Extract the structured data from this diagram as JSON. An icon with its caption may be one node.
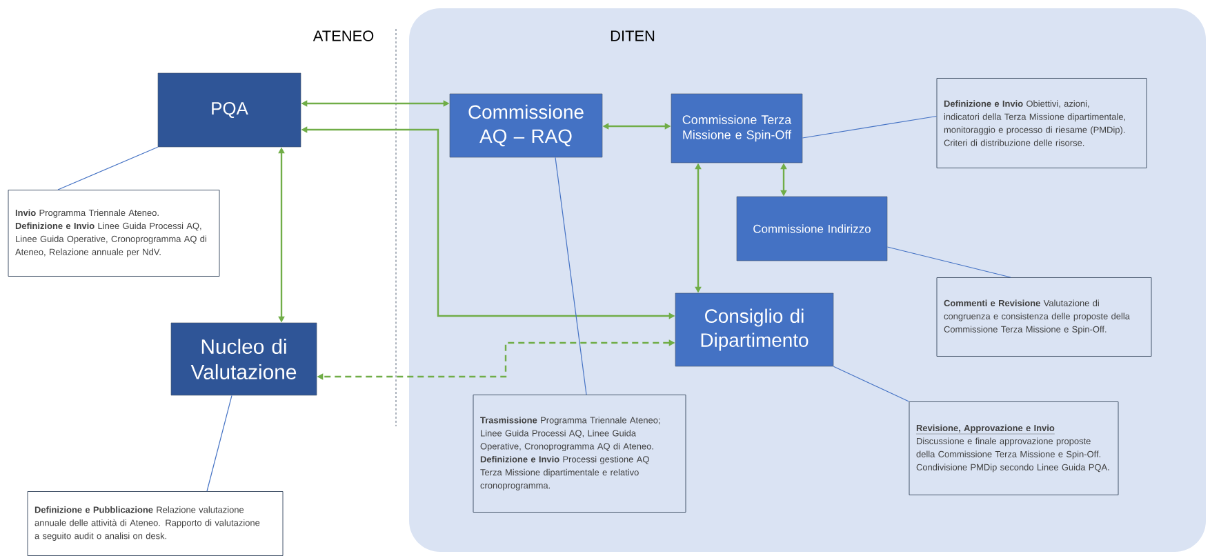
{
  "diagram": {
    "nodes": [
      {
        "text": [
          "PQA"
        ]
      },
      {
        "text": [
          "DITEN"
        ]
      },
      {
        "text": [
          "Commissione AQ – RAQ"
        ],
        "in": 1
      },
      {
        "text": [
          "Commissione Terza Missione e Spin-Off"
        ],
        "in": 1
      },
      {
        "text": [
          "**Definizione e Invio** Obiettivi, azioni, indicatori della Terza Missione dipartimentale, monitoraggio e processo di riesame (PMDip). Criteri di distribuzione delle risorse."
        ],
        "in": 1
      },
      {
        "text": [
          "**Invio** Programma Triennale Ateneo.",
          "**Definizione e Invio** Linee Guida Processi AQ, Linee Guida Operative, Cronoprogramma AQ di Ateneo, Relazione annuale per NdV."
        ]
      },
      {
        "text": [
          "Commissione Indirizzo"
        ],
        "in": 1
      },
      {
        "text": [
          "**Commenti e Revisione** Valutazione di congruenza e consistenza delle proposte della Commissione Terza Missione e Spin-Off."
        ],
        "in": 1
      },
      {
        "text": [
          "Consiglio di Dipartimento"
        ],
        "in": 1
      },
      {
        "text": [
          "Nucleo di Valutazione"
        ]
      },
      {
        "text": [
          "**Trasmissione** Programma Triennale Ateneo; Linee Guida Processi AQ, Linee Guida Operative, Cronoprogramma AQ di Ateneo.",
          "**Definizione e Invio** Processi gestione AQ Terza Missione dipartimentale e relativo cronoprogramma."
        ],
        "in": 1
      },
      {
        "text": [
          "Revisione, Approvazione e Invio",
          "Discussione e finale approvazione proposte della Commissione Terza Missione e Spin-Off. Condivisione PMDip secondo Linee Guida PQA."
        ],
        "in": 1
      },
      {
        "text": [
          "**Definizione e Pubblicazione** Relazione valutazione annuale delle attività di Ateneo. Rapporto di valutazione a seguito audit o analisi on desk."
        ]
      }
    ],
    "edges": [
      {
        "from": 0,
        "to": 2,
        "arrow": "both"
      },
      {
        "from": 0,
        "to": 8,
        "arrow": "both"
      },
      {
        "from": 2,
        "to": 3,
        "arrow": "both"
      },
      {
        "from": 3,
        "to": 6,
        "arrow": "both"
      },
      {
        "from": 3,
        "to": 8,
        "arrow": "both"
      },
      {
        "from": 0,
        "to": 9,
        "arrow": "both"
      },
      {
        "from": 8,
        "to": 9,
        "arrow": "both",
        "style": "dashed"
      },
      {
        "from": 5,
        "to": 0,
        "arrow": "none",
        "color": "#4472c4"
      },
      {
        "from": 4,
        "to": 3,
        "arrow": "none",
        "color": "#4472c4"
      },
      {
        "from": 7,
        "to": 6,
        "arrow": "none",
        "color": "#4472c4"
      },
      {
        "from": 10,
        "to": 2,
        "arrow": "none",
        "color": "#4472c4"
      },
      {
        "from": 11,
        "to": 8,
        "arrow": "none",
        "color": "#4472c4"
      },
      {
        "from": 12,
        "to": 9,
        "arrow": "none",
        "color": "#4472c4"
      }
    ],
    "labels": [
      "ATENEO"
    ]
  }
}
